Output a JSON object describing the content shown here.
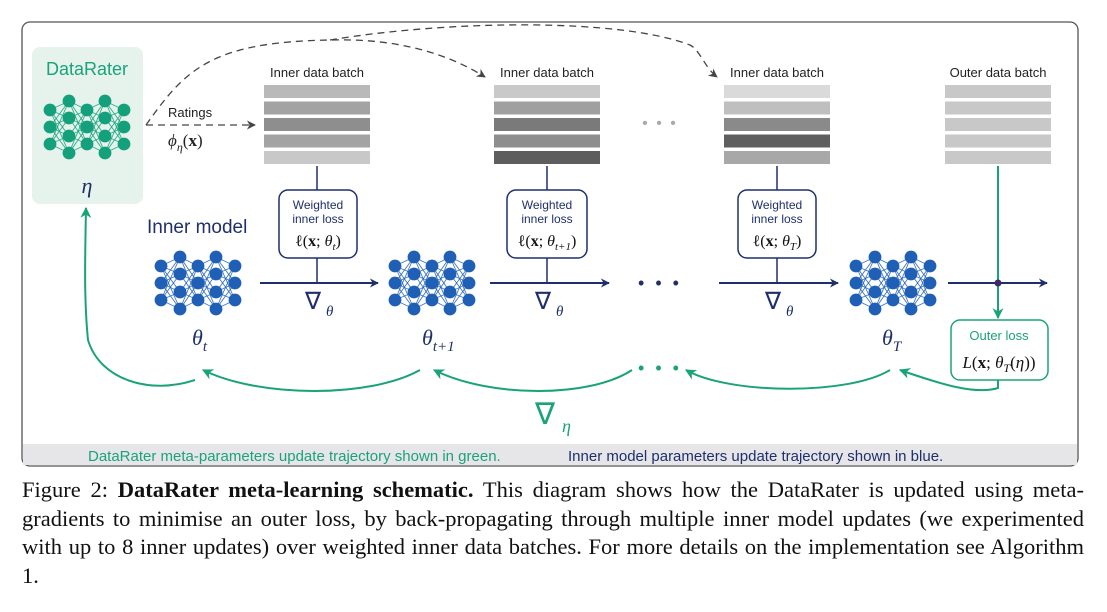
{
  "datarater": {
    "title": "DataRater",
    "param": "η",
    "ratings_label": "Ratings",
    "ratings_formula": "φη(x)"
  },
  "inner_model": {
    "title": "Inner model",
    "states": [
      {
        "base": "θ",
        "sub": "t"
      },
      {
        "base": "θ",
        "sub": "t+1"
      },
      {
        "base": "θ",
        "sub": "T"
      }
    ]
  },
  "batches": {
    "inner_label": "Inner data batch",
    "outer_label": "Outer data batch",
    "inner_shades": [
      [
        "#b9b9b9",
        "#a3a3a3",
        "#8e8e8e",
        "#a3a3a3",
        "#c8c8c8"
      ],
      [
        "#c9c9c9",
        "#a0a0a0",
        "#7a7a7a",
        "#8e8e8e",
        "#5e5e5e"
      ],
      [
        "#dadada",
        "#bfbfbf",
        "#8a8a8a",
        "#5f5f5f",
        "#a8a8a8"
      ]
    ],
    "outer_shades": [
      "#c8c8c8",
      "#c8c8c8",
      "#c8c8c8",
      "#c8c8c8",
      "#c8c8c8"
    ]
  },
  "losses": {
    "weighted_line1": "Weighted",
    "weighted_line2": "inner loss",
    "weighted_formulas": [
      {
        "pre": "ℓ(",
        "bold": "x",
        "mid": "; θ",
        "sub": "t",
        "post": ")"
      },
      {
        "pre": "ℓ(",
        "bold": "x",
        "mid": "; θ",
        "sub": "t+1",
        "post": ")"
      },
      {
        "pre": "ℓ(",
        "bold": "x",
        "mid": "; θ",
        "sub": "T",
        "post": ")"
      }
    ],
    "outer_title": "Outer loss",
    "outer_formula": "L(x; θT(η))"
  },
  "gradients": {
    "inner_symbol": "∇",
    "inner_sub": "θ",
    "meta_symbol": "∇",
    "meta_sub": "η"
  },
  "ellipsis": "• • •",
  "footer": {
    "green_text": "DataRater meta-parameters update trajectory shown in green.",
    "blue_text": "Inner model parameters update trajectory shown in blue."
  },
  "caption": {
    "label": "Figure 2:",
    "title": "DataRater meta-learning schematic.",
    "body": "This diagram shows how the DataRater is updated using meta-gradients to minimise an outer loss, by back-propagating through multiple inner model updates (we experimented with up to 8 inner updates) over weighted inner data batches. For more details on the implementation see Algorithm 1."
  },
  "colors": {
    "green": "#1aa37a",
    "navy": "#1f2f6b",
    "node_blue": "#1f5fb5",
    "node_green": "#13a07a",
    "panel_green": "#e5f3ec",
    "footer_bg": "#e6e6e8"
  }
}
